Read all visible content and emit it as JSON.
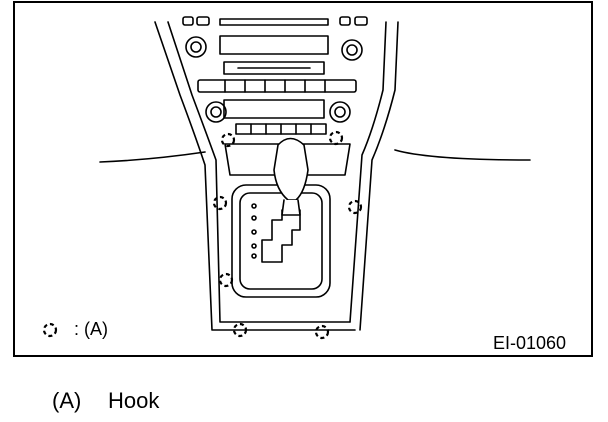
{
  "figure": {
    "legend_inline": ": (A)",
    "code": "EI-01060"
  },
  "caption": {
    "key": "(A)",
    "label": "Hook"
  },
  "icons": {
    "hook_marker": "dashed-circle-icon"
  },
  "colors": {
    "line": "#000000",
    "background": "#ffffff"
  }
}
